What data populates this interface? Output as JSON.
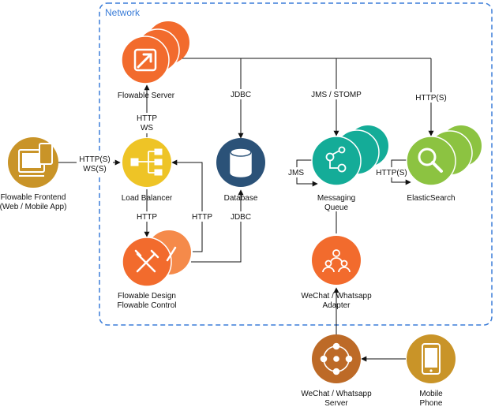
{
  "network": {
    "label": "Network",
    "border_color": "#3b7dd8"
  },
  "colors": {
    "orange": "#f26b2d",
    "orange_light": "#f58a4a",
    "yellow": "#eec426",
    "gold": "#c99428",
    "navy": "#2b5278",
    "teal": "#14ac98",
    "green": "#8cc341",
    "brown": "#bd6a27"
  },
  "nodes": {
    "flowable_server": {
      "label": "Flowable Server",
      "icon": "flowable-arrow-icon"
    },
    "flowable_frontend": {
      "line1": "Flowable Frontend",
      "line2": "(Web / Mobile App)",
      "icon": "monitor-phone-icon"
    },
    "load_balancer": {
      "label": "Load Balancer",
      "icon": "hierarchy-icon"
    },
    "database": {
      "label": "Database",
      "icon": "database-cylinder-icon"
    },
    "messaging_queue": {
      "line1": "Messaging",
      "line2": "Queue",
      "icon": "share-nodes-icon"
    },
    "elasticsearch": {
      "label": "ElasticSearch",
      "icon": "magnifier-icon"
    },
    "flowable_design": {
      "line1": "Flowable Design",
      "line2": "Flowable Control",
      "icon": "tools-icon"
    },
    "wechat_adapter": {
      "line1": "WeChat / Whatsapp",
      "line2": "Adapter",
      "icon": "people-group-icon"
    },
    "wechat_server": {
      "line1": "WeChat / Whatsapp",
      "line2": "Server",
      "icon": "network-people-icon"
    },
    "mobile_phone": {
      "line1": "Mobile",
      "line2": "Phone",
      "icon": "smartphone-icon"
    }
  },
  "edges": {
    "server_db": "JDBC",
    "server_mq": "JMS / STOMP",
    "server_es": "HTTP(S)",
    "lb_server_1": "HTTP",
    "lb_server_2": "WS",
    "frontend_lb_1": "HTTP(S)",
    "frontend_lb_2": "WS(S)",
    "lb_design": "HTTP",
    "design_lb": "HTTP",
    "design_db": "JDBC",
    "mq_loop": "JMS",
    "es_loop": "HTTP(S)"
  }
}
